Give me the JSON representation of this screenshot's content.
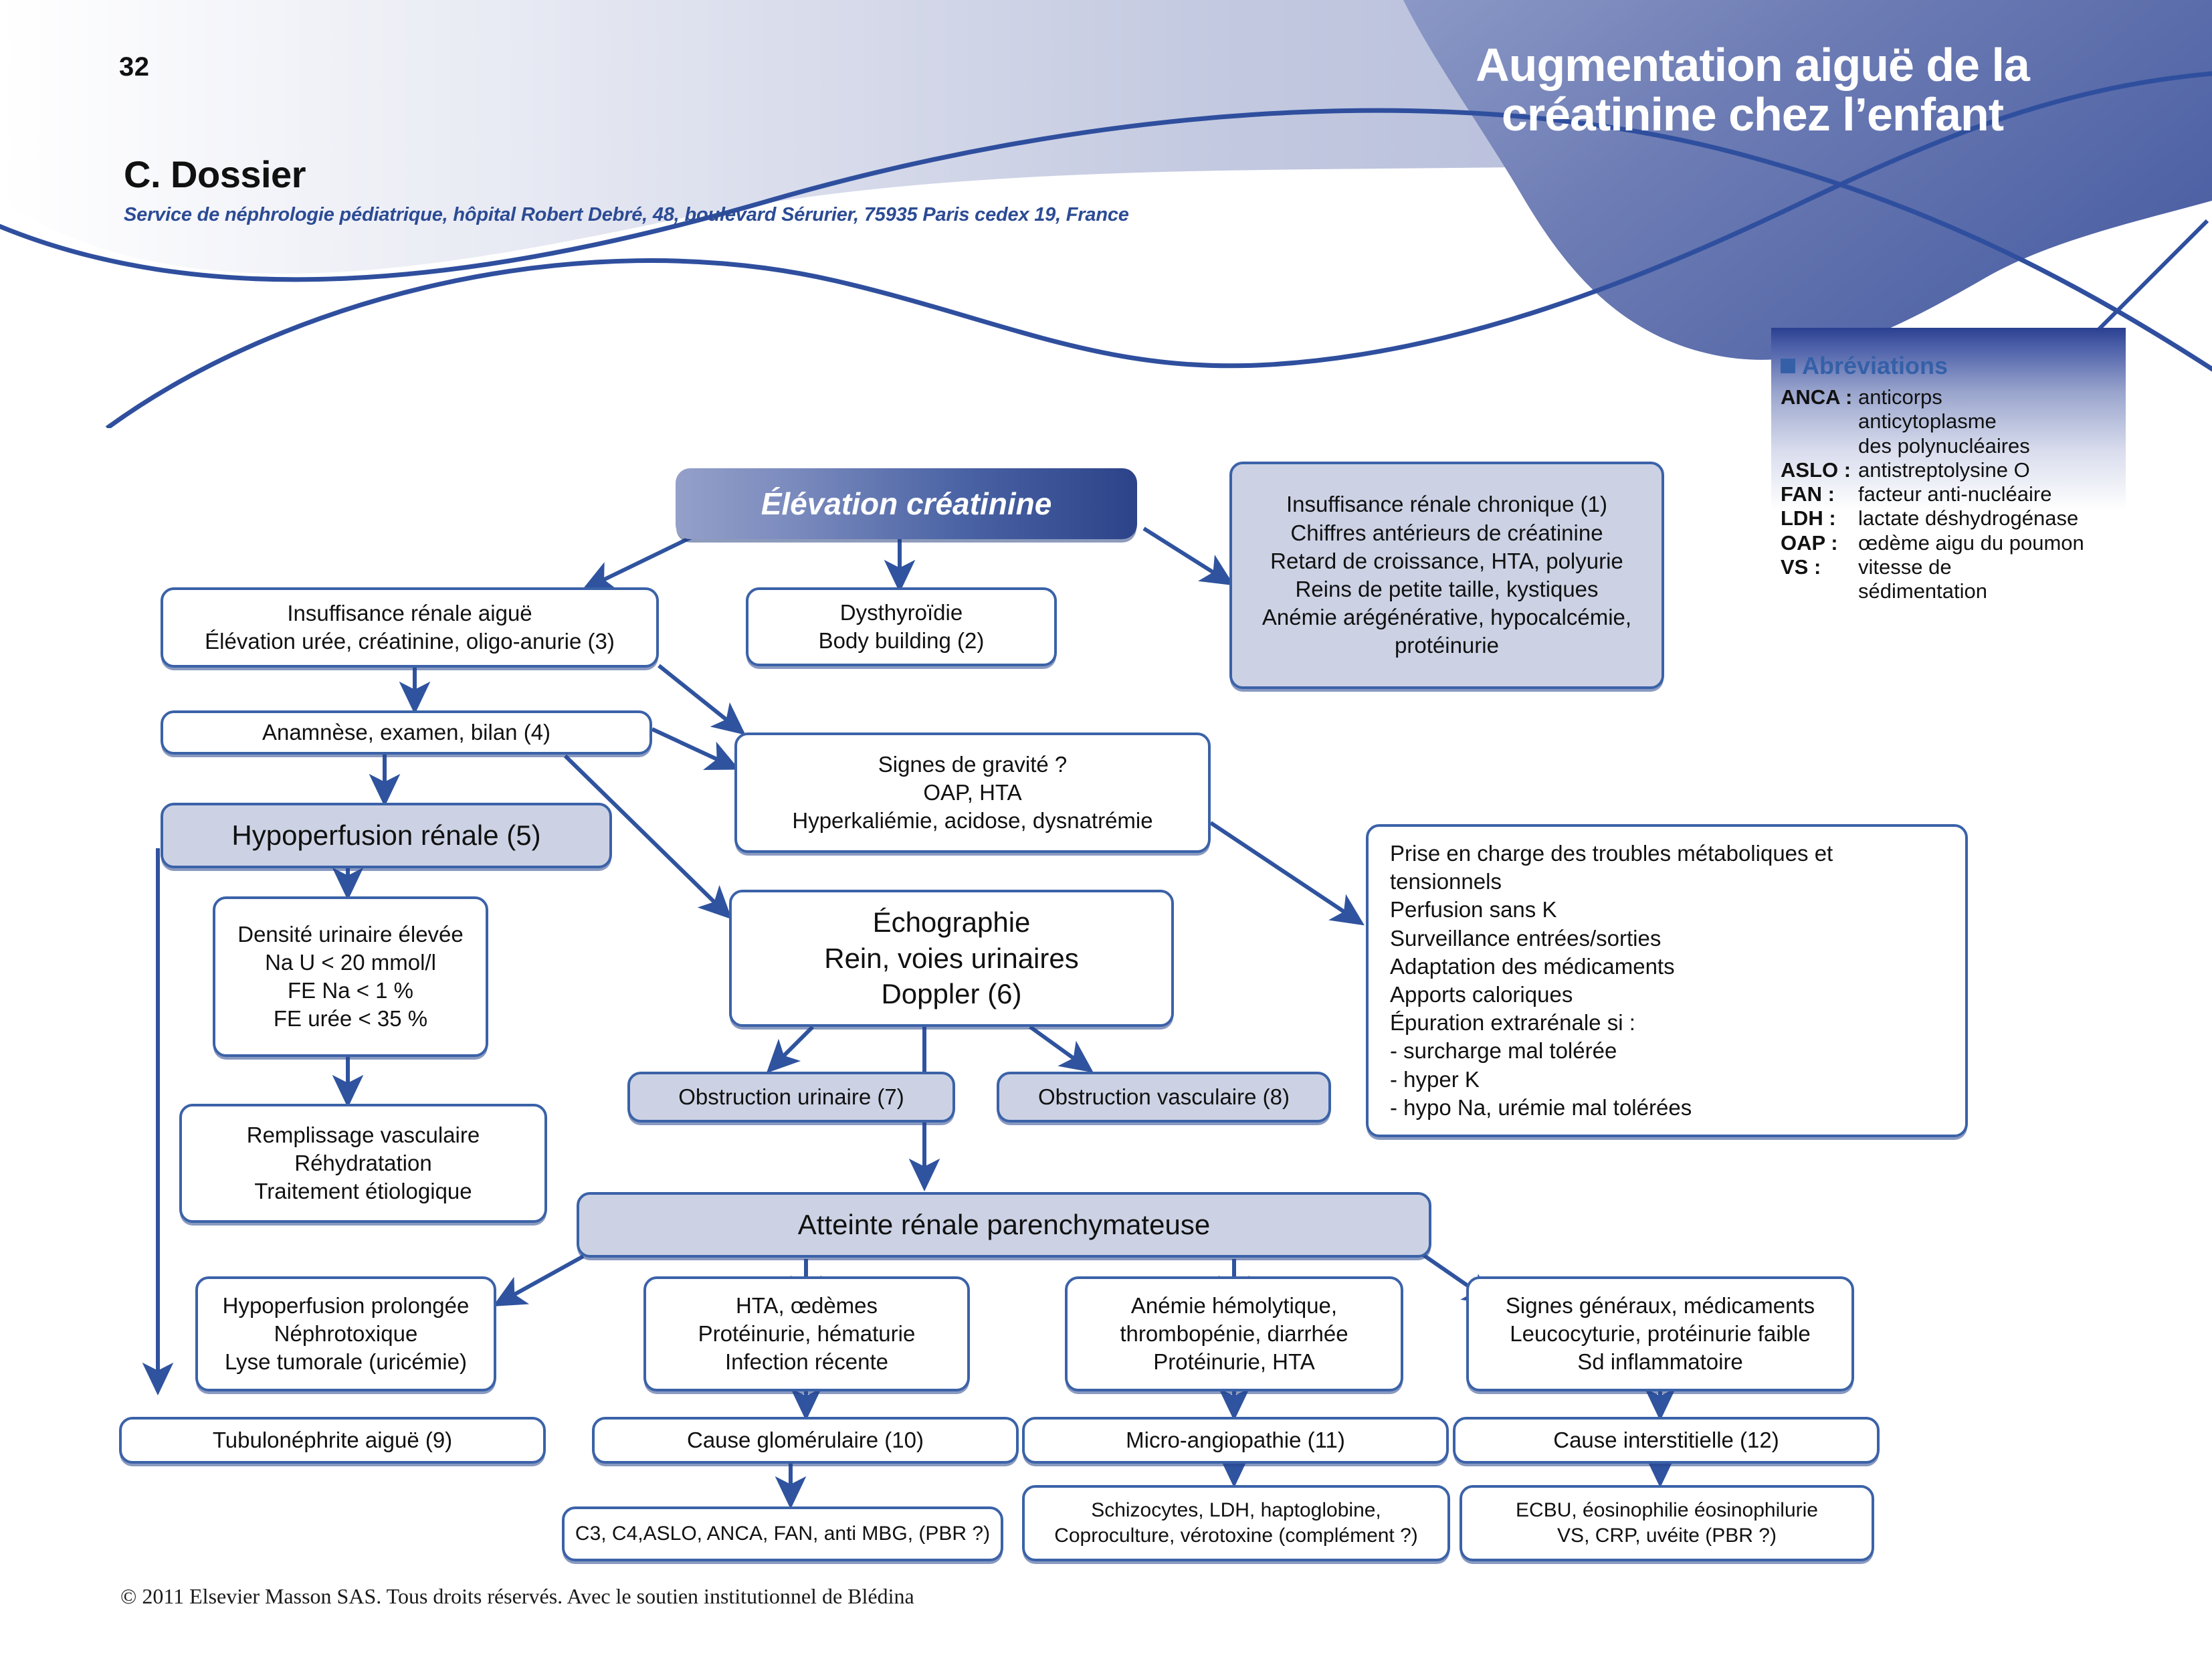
{
  "header": {
    "page_number": "32",
    "author": "C. Dossier",
    "affiliation": "Service de néphrologie pédiatrique, hôpital Robert Debré, 48, boulevard Sérurier, 75935 Paris cedex 19, France",
    "title": "Augmentation aiguë de la\ncréatinine chez l’enfant"
  },
  "abbreviations": {
    "heading": "Abréviations",
    "items": [
      {
        "key": "ANCA :",
        "value": "anticorps",
        "continuation": "anticytoplasme\ndes polynucléaires"
      },
      {
        "key": "ASLO :",
        "value": "antistreptolysine O",
        "continuation": ""
      },
      {
        "key": "FAN :",
        "value": "facteur anti-nucléaire",
        "continuation": ""
      },
      {
        "key": "LDH :",
        "value": "lactate déshydrogénase",
        "continuation": ""
      },
      {
        "key": "OAP :",
        "value": "œdème aigu du poumon",
        "continuation": ""
      },
      {
        "key": "VS :",
        "value": "vitesse de",
        "continuation": "sédimentation"
      }
    ]
  },
  "flowchart": {
    "nodes": {
      "elevation_creatinine": "Élévation créatinine",
      "insuffisance_chronique": "Insuffisance rénale chronique (1)\nChiffres antérieurs de créatinine\nRetard de croissance, HTA, polyurie\nReins de petite taille, kystiques\nAnémie arégénérative, hypocalcémie,\nprotéinurie",
      "insuffisance_aigue": "Insuffisance rénale aiguë\nÉlévation urée, créatinine, oligo-anurie (3)",
      "dysthyroidie": "Dysthyroïdie\nBody building (2)",
      "anamnese": "Anamnèse, examen, bilan (4)",
      "signes_gravite": "Signes de gravité ?\nOAP, HTA\nHyperkaliémie, acidose, dysnatrémie",
      "hypoperfusion_renale": "Hypoperfusion rénale (5)",
      "echographie": "Échographie\nRein, voies urinaires\nDoppler (6)",
      "prise_en_charge": "Prise en charge des troubles métaboliques et tensionnels\nPerfusion sans K\nSurveillance entrées/sorties\nAdaptation des médicaments\nApports caloriques\nÉpuration extrarénale si :\n- surcharge mal tolérée\n- hyper K\n- hypo Na, urémie mal tolérées",
      "densite_urinaire": "Densité urinaire élevée\nNa U < 20 mmol/l\nFE Na < 1 %\nFE urée < 35 %",
      "obstruction_urinaire": "Obstruction urinaire (7)",
      "obstruction_vasculaire": "Obstruction vasculaire (8)",
      "remplissage": "Remplissage vasculaire\nRéhydratation\nTraitement étiologique",
      "atteinte_parenchymateuse": "Atteinte rénale parenchymateuse",
      "hypoperfusion_prolongee": "Hypoperfusion prolongée\nNéphrotoxique\nLyse tumorale (uricémie)",
      "hta_oedemes": "HTA, œdèmes\nProtéinurie, hématurie\nInfection  récente",
      "anemie_hemolytique": "Anémie hémolytique,\nthrombopénie, diarrhée\nProtéinurie, HTA",
      "signes_generaux": "Signes généraux, médicaments\nLeucocyturie, protéinurie faible\nSd inflammatoire",
      "tubulonephrite": "Tubulonéphrite aiguë (9)",
      "cause_glomerulaire": "Cause glomérulaire (10)",
      "micro_angiopathie": "Micro-angiopathie (11)",
      "cause_interstitielle": "Cause interstitielle (12)",
      "bilan_glomerulaire": "C3, C4,ASLO, ANCA, FAN, anti MBG, (PBR ?)",
      "bilan_microangiopathie": "Schizocytes, LDH, haptoglobine,\nCoproculture, vérotoxine (complément ?)",
      "bilan_interstitielle": "ECBU, éosinophilie éosinophilurie\nVS, CRP, uvéite (PBR ?)"
    }
  },
  "footer": {
    "copyright": "© 2011 Elsevier Masson SAS. Tous droits réservés. Avec le soutien institutionnel de Blédina"
  },
  "colors": {
    "accent_blue": "#3b62a8",
    "dark_navy": "#2c4389",
    "shaded_fill": "#ccd2e4",
    "title_text": "#2c4b94"
  }
}
